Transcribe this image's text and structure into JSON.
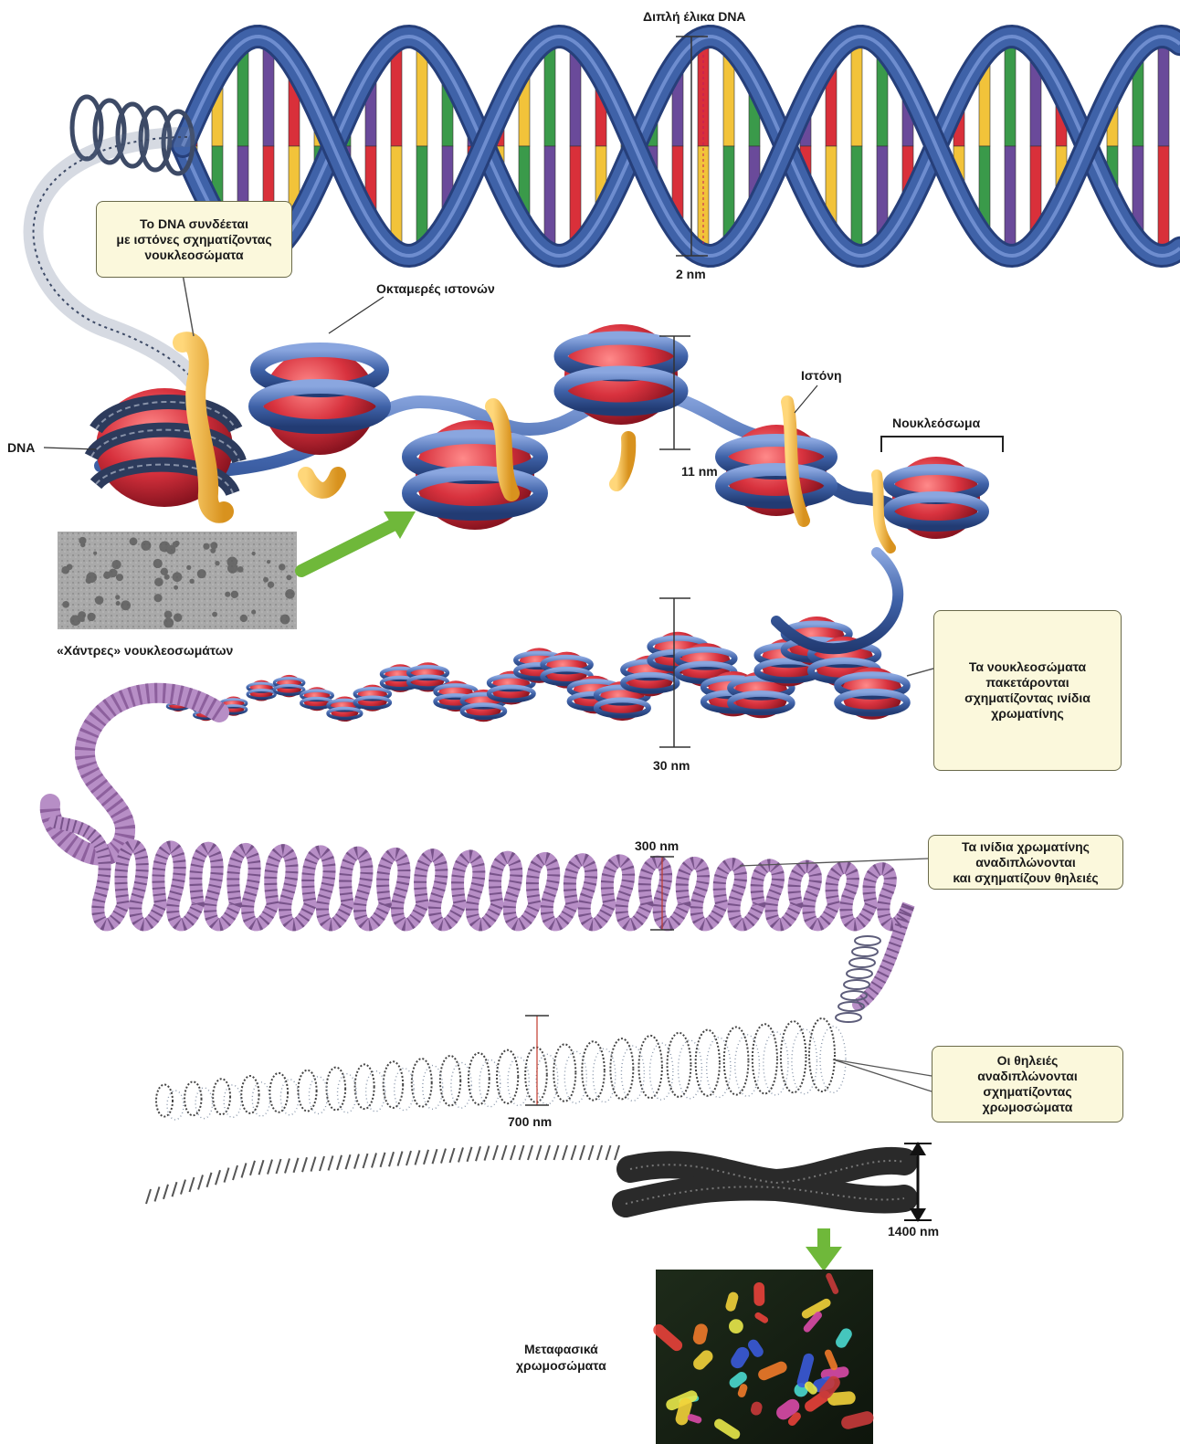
{
  "labels": {
    "double_helix": "Διπλή έλικα DNA",
    "nm2": "2 nm",
    "octamer": "Οκταμερές ιστονών",
    "histone": "Ιστόνη",
    "nucleosome": "Νουκλεόσωμα",
    "dna": "DNA",
    "nm11": "11 nm",
    "beads": "«Χάντρες» νουκλεοσωμάτων",
    "nm30": "30 nm",
    "nm300": "300 nm",
    "nm700": "700 nm",
    "nm1400": "1400 nm",
    "metaphase_line1": "Μεταφασικά",
    "metaphase_line2": "χρωμοσώματα"
  },
  "callouts": {
    "bind": [
      "Το DNA συνδέεται",
      "με ιστόνες σχηματίζοντας",
      "νουκλεοσώματα"
    ],
    "pack": [
      "Τα νουκλεοσώματα",
      "πακετάρονται",
      "σχηματίζοντας ινίδια",
      "χρωματίνης"
    ],
    "loops": [
      "Τα ινίδια χρωματίνης",
      "αναδιπλώνονται",
      "και σχηματίζουν θηλειές"
    ],
    "chromosomes": [
      "Οι θηλειές",
      "αναδιπλώνονται",
      "σχηματίζοντας",
      "χρωμοσώματα"
    ]
  },
  "colors": {
    "backbone": "#3f62a8",
    "backbone_dark": "#263f7a",
    "base_red": "#d9303a",
    "base_yellow": "#f2c33a",
    "base_green": "#3a9a4a",
    "base_purple": "#6a4a9a",
    "histone_red": "#d8323e",
    "histone_tail": "#f0b43a",
    "fiber_purple": "#b78ec6",
    "arrow_green": "#6fb83a",
    "callout_fill": "#fbf8dc"
  }
}
